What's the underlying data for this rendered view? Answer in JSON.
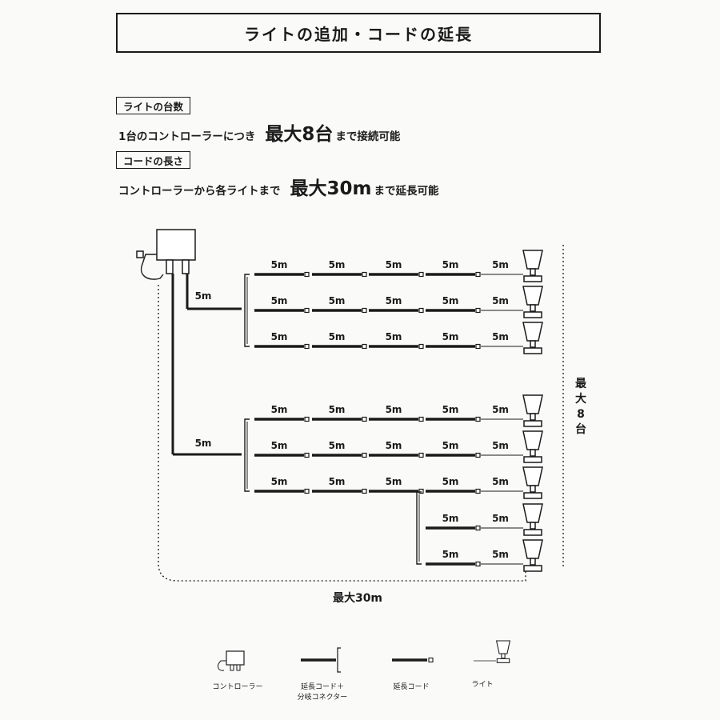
{
  "title": "ライトの追加・コードの延長",
  "section1": {
    "tag": "ライトの台数",
    "prefix": "1台のコントローラーにつき",
    "emphasis": "最大8台",
    "suffix": "まで接続可能"
  },
  "section2": {
    "tag": "コードの長さ",
    "prefix": "コントローラーから各ライトまで",
    "emphasis": "最大30m",
    "suffix": "まで延長可能"
  },
  "diagram": {
    "segment_label": "5m",
    "max_lights_label": [
      "最",
      "大",
      "8",
      "台"
    ],
    "max_length_label": "最大30m"
  },
  "legend": {
    "controller": "コントローラー",
    "cord_connector_line1": "延長コード＋",
    "cord_connector_line2": "分岐コネクター",
    "cord": "延長コード",
    "light": "ライト"
  }
}
